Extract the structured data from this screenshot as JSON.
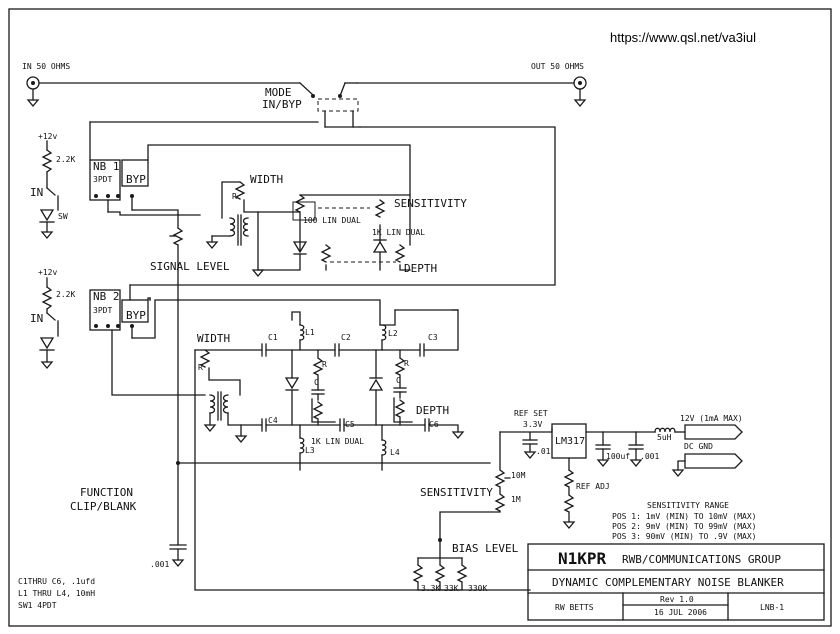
{
  "url": "https://www.qsl.net/va3iul",
  "ports": {
    "input": "IN 50 OHMS",
    "output": "OUT 50 OHMS"
  },
  "mode_switch": {
    "line1": "MODE",
    "line2": "IN/BYP"
  },
  "nb1": {
    "supply": "+12v",
    "resistor": "2.2K",
    "in": "IN",
    "label": "NB 1",
    "switch": "3PDT",
    "byp": "BYP",
    "sw": "SW",
    "width": "WIDTH",
    "r": "R",
    "sensitivity": "SENSITIVITY",
    "pot_100": "100 LIN DUAL",
    "pot_1k": "1K LIN DUAL",
    "signal_level": "SIGNAL LEVEL",
    "depth": "DEPTH"
  },
  "nb2": {
    "supply": "+12v",
    "resistor": "2.2K",
    "in": "IN",
    "label": "NB 2",
    "switch": "3PDT",
    "byp": "BYP",
    "width": "WIDTH",
    "r": "R",
    "r2": "R",
    "r3": "R",
    "c": "C",
    "c2": "C",
    "c1": "C1",
    "c2cap": "C2",
    "c3": "C3",
    "c4": "C4",
    "c5": "C5",
    "c6": "C6",
    "l1": "L1",
    "l2": "L2",
    "l3": "L3",
    "l4": "L4",
    "pot_1k": "1K LIN DUAL",
    "depth": "DEPTH"
  },
  "power": {
    "ref_set": "REF SET",
    "ref_v": "3.3V",
    "regulator": "LM317",
    "cap_01": ".01",
    "cap_100uf": "100uf",
    "cap_001": ".001",
    "choke": "5uH",
    "supply": "12V (1mA MAX)",
    "dc_gnd": "DC GND",
    "ref_adj": "REF ADJ",
    "pot_10m": "10M",
    "res_1m": "1M",
    "sensitivity": "SENSITIVITY"
  },
  "bias": {
    "label": "BIAS LEVEL",
    "r1": "3.3K",
    "r2": "33K",
    "r3": "330K",
    "cap": ".001"
  },
  "function_label": {
    "line1": "FUNCTION",
    "line2": "CLIP/BLANK"
  },
  "sensitivity_range": {
    "title": "SENSITIVITY RANGE",
    "rows": [
      "POS 1: 1mV (MIN) TO 10mV (MAX)",
      "POS 2: 9mV (MIN) TO 99mV (MAX)",
      "POS 3: 90mV (MIN) TO .9V (MAX)"
    ]
  },
  "notes": [
    "C1THRU C6, .1ufd",
    "L1 THRU L4, 10mH",
    "SW1 4PDT"
  ],
  "title_block": {
    "callsign": "N1KPR",
    "group": "RWB/COMMUNICATIONS GROUP",
    "title": "DYNAMIC COMPLEMENTARY NOISE BLANKER",
    "author": "RW BETTS",
    "rev": "Rev 1.0",
    "date": "16 JUL 2006",
    "doc": "LNB-1"
  }
}
